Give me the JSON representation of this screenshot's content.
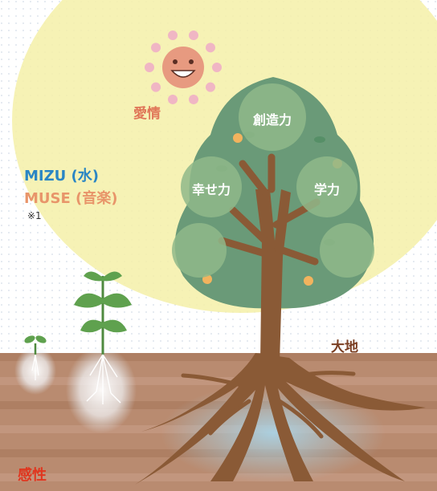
{
  "labels": {
    "mizu": "MIZU (水)",
    "muse": "MUSE (音楽)",
    "note": "※1",
    "affection": "愛情",
    "earth": "大地",
    "sensitivity": "感性"
  },
  "tree_circles": {
    "creativity": "創造力",
    "happiness": "幸せ力",
    "learning": "学力"
  },
  "colors": {
    "sky_glow": "#f4f0a8",
    "soil": "#b98b70",
    "soil_dark": "#a57659",
    "soil_light": "#caa08a",
    "canopy": "#6a9a78",
    "canopy_bubble": "#8fb88a",
    "trunk": "#8a5a36",
    "sun": "#e79a80",
    "sun_petal": "#f0b6c4",
    "mizu_text": "#2a86c4",
    "muse_text": "#e8956a",
    "affection_text": "#e07658",
    "earth_text": "#7a3e22",
    "sensitivity_text": "#e0361f",
    "sprout": "#5fa14e",
    "fruit": "#f2b35e"
  },
  "icons": [
    "smiling-sun-icon",
    "seedling-icon",
    "young-plant-icon",
    "tree-icon"
  ]
}
